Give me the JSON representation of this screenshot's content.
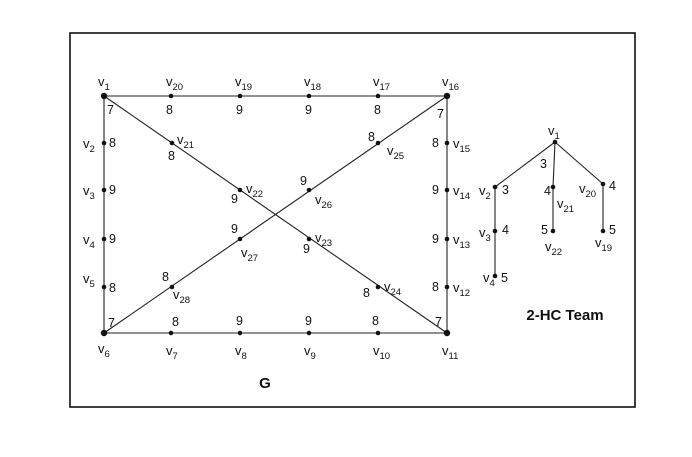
{
  "diagram": {
    "graph_caption": "G",
    "team_caption": "2-HC Team",
    "vertex_prefix": "v",
    "graph": {
      "vertices": [
        {
          "id": "1",
          "weight": "7"
        },
        {
          "id": "20",
          "weight": "8"
        },
        {
          "id": "19",
          "weight": "9"
        },
        {
          "id": "18",
          "weight": "9"
        },
        {
          "id": "17",
          "weight": "8"
        },
        {
          "id": "16",
          "weight": "7"
        },
        {
          "id": "2",
          "weight": "8"
        },
        {
          "id": "3",
          "weight": "9"
        },
        {
          "id": "4",
          "weight": "9"
        },
        {
          "id": "5",
          "weight": "8"
        },
        {
          "id": "6",
          "weight": "7"
        },
        {
          "id": "7",
          "weight": "8"
        },
        {
          "id": "8",
          "weight": "9"
        },
        {
          "id": "9",
          "weight": "9"
        },
        {
          "id": "10",
          "weight": "8"
        },
        {
          "id": "11",
          "weight": "7"
        },
        {
          "id": "15",
          "weight": "8"
        },
        {
          "id": "14",
          "weight": "9"
        },
        {
          "id": "13",
          "weight": "9"
        },
        {
          "id": "12",
          "weight": "8"
        },
        {
          "id": "21",
          "weight": "8"
        },
        {
          "id": "22",
          "weight": "9"
        },
        {
          "id": "23",
          "weight": "9"
        },
        {
          "id": "24",
          "weight": "8"
        },
        {
          "id": "25",
          "weight": "8"
        },
        {
          "id": "26",
          "weight": "9"
        },
        {
          "id": "27",
          "weight": "9"
        },
        {
          "id": "28",
          "weight": "8"
        }
      ],
      "edges": [
        [
          "1",
          "16"
        ],
        [
          "1",
          "6"
        ],
        [
          "6",
          "11"
        ],
        [
          "16",
          "11"
        ],
        [
          "1",
          "11"
        ],
        [
          "6",
          "16"
        ]
      ]
    },
    "team": {
      "vertices": [
        {
          "id": "1",
          "weight": ""
        },
        {
          "id": "2",
          "weight": "3"
        },
        {
          "id": "3",
          "weight": "4"
        },
        {
          "id": "4",
          "weight": "5"
        },
        {
          "id": "21",
          "weight": "4"
        },
        {
          "id": "22",
          "weight": "5"
        },
        {
          "id": "20",
          "weight": "4"
        },
        {
          "id": "19",
          "weight": "5"
        }
      ],
      "root_edge_label": "3",
      "edges": [
        [
          "1",
          "2"
        ],
        [
          "2",
          "3"
        ],
        [
          "3",
          "4"
        ],
        [
          "1",
          "21"
        ],
        [
          "21",
          "22"
        ],
        [
          "1",
          "20"
        ],
        [
          "20",
          "19"
        ]
      ]
    }
  }
}
